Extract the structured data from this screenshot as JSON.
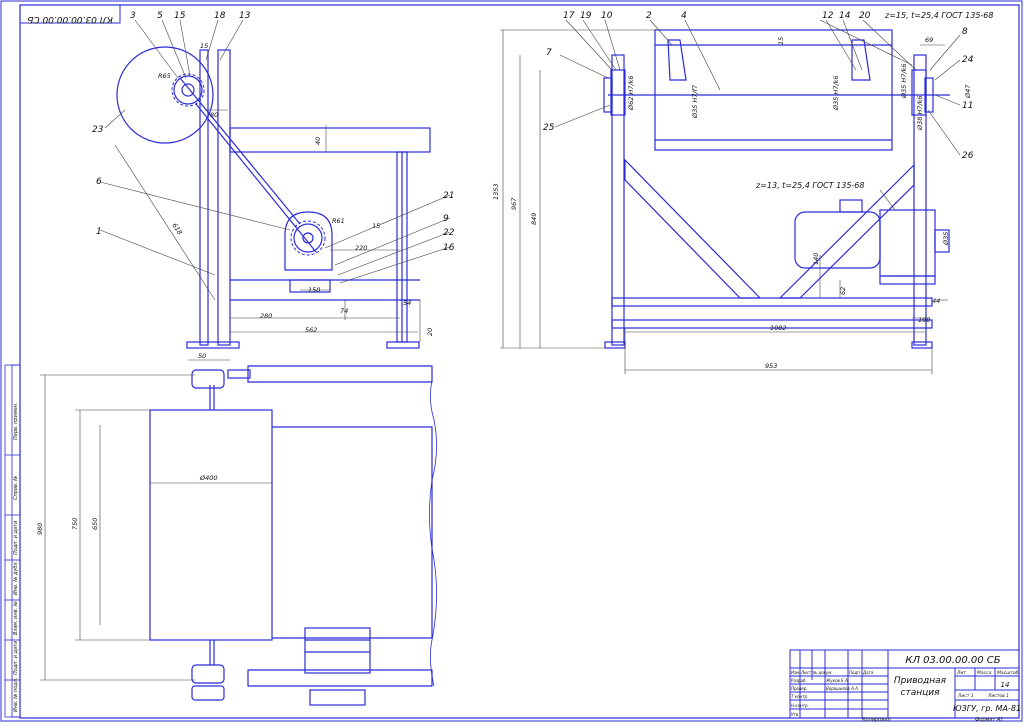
{
  "colors": {
    "line": "#2b2bd8",
    "dim": "#444444",
    "paper": "#ffffff",
    "ink": "#111111"
  },
  "doc_code_corner": "КЛ 03.00.00.00 СБ",
  "doc_code": "КЛ 03.00.00.00 СБ",
  "title": "Приводная станция",
  "title_line1": "Приводная",
  "title_line2": "станция",
  "org": "ЮЗГУ, гр. МА-81",
  "sheet_label": "Лист 1",
  "sheets_label": "Листов 1",
  "mass_value": "14",
  "copied_label": "Копировал",
  "format_label": "Формат А1",
  "chain_left": "z=15, t=25,4 ГОСТ 135-68",
  "chain_right": "z=13, t=25,4 ГОСТ 135-68",
  "left_view": {
    "callouts": [
      "3",
      "5",
      "15",
      "18",
      "13",
      "23",
      "6",
      "1",
      "21",
      "9",
      "22",
      "16"
    ],
    "dims": {
      "d1": "15",
      "d2": "R65",
      "d3": "80",
      "d4": "40",
      "d5": "618",
      "d6": "R61",
      "d7": "15",
      "d8": "220",
      "d9": "150",
      "d10": "280",
      "d11": "562",
      "d12": "54",
      "d13": "20",
      "d14": "74"
    }
  },
  "right_view": {
    "callouts": [
      "17",
      "19",
      "10",
      "2",
      "4",
      "12",
      "14",
      "20",
      "8",
      "7",
      "25",
      "24",
      "11",
      "26"
    ],
    "dims": {
      "h1": "1353",
      "h2": "967",
      "h3": "849",
      "w1": "1082",
      "w2": "953",
      "d1": "15",
      "d2": "69",
      "d3": "Ø62 H7/k6",
      "d4": "Ø35 H7/f7",
      "d5": "Ø35 H7/k6",
      "d6": "Ø35 H7/k6",
      "d7": "Ø47",
      "d8": "Ø38 H7/k6",
      "d9": "140",
      "d10": "62",
      "d11": "44",
      "d12": "190",
      "d13": "Ø35"
    }
  },
  "top_view": {
    "dims": {
      "d1": "50",
      "d2": "Ø400",
      "d3": "980",
      "d4": "750",
      "d5": "650"
    }
  },
  "stamp_rows": [
    "Изм.",
    "Лист",
    "№ докум.",
    "Подп.",
    "Дата",
    "Разраб.",
    "Провер.",
    "Т.контр.",
    "Н.контр.",
    "Утв."
  ],
  "stamp_names": [
    "Жуков Е.А.",
    "Ворошилов А.А."
  ],
  "stamp_col_labels": [
    "Лит.",
    "Масса",
    "Масштаб"
  ],
  "side_labels": [
    "Перв. примен.",
    "Справ. №",
    "Подп. и дата",
    "Инв. № дубл.",
    "Взам. инв. №",
    "Подп. и дата",
    "Инв. № подл."
  ]
}
